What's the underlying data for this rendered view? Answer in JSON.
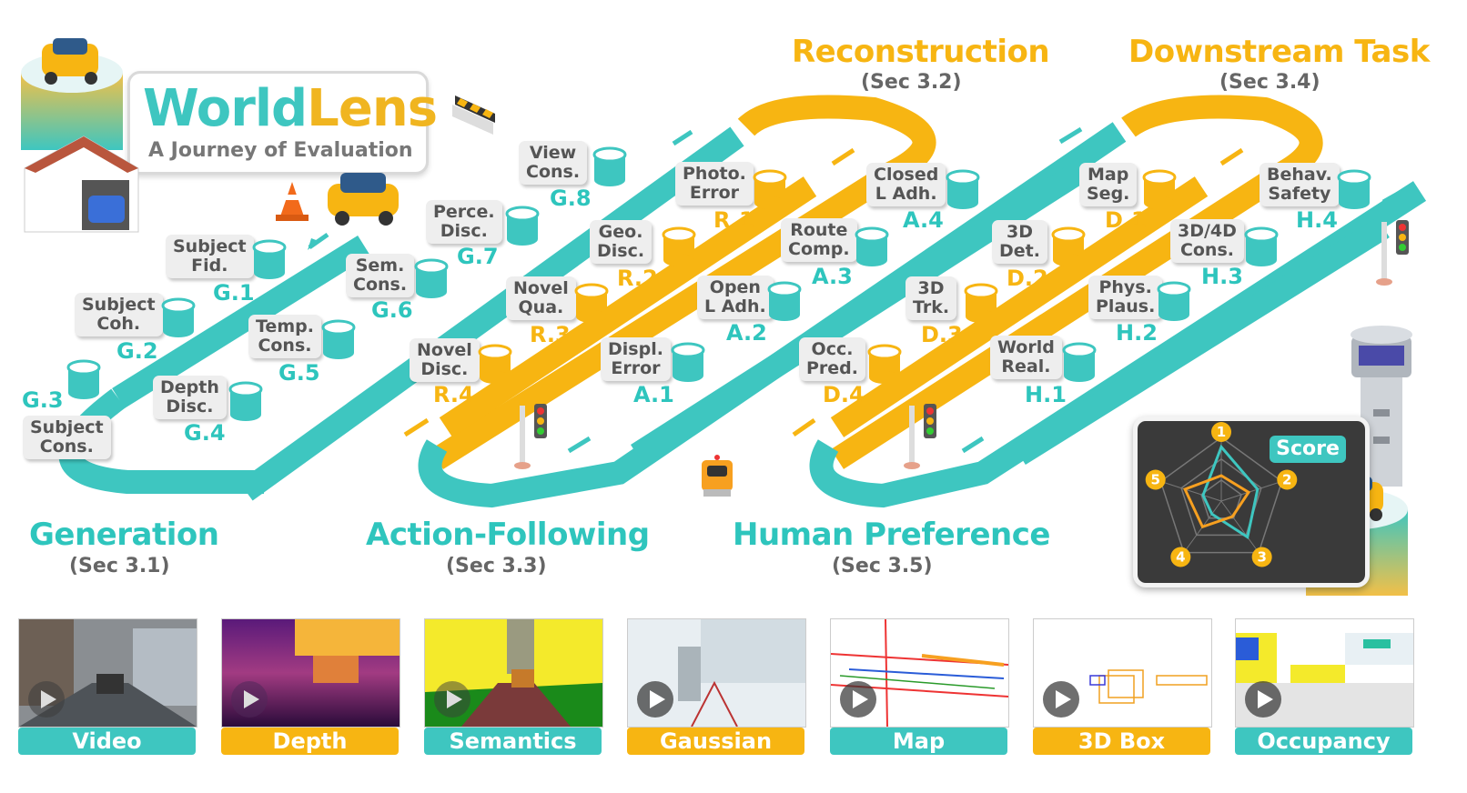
{
  "brand": {
    "title_part1": "World",
    "title_part2": "Lens",
    "subtitle": "A Journey of Evaluation"
  },
  "sections": {
    "generation": {
      "title": "Generation",
      "sub": "(Sec 3.1)"
    },
    "action": {
      "title": "Action-Following",
      "sub": "(Sec 3.3)"
    },
    "human": {
      "title": "Human Preference",
      "sub": "(Sec 3.5)"
    },
    "reconstruction": {
      "title": "Reconstruction",
      "sub": "(Sec 3.2)"
    },
    "downstream": {
      "title": "Downstream Task",
      "sub": "(Sec 3.4)"
    }
  },
  "metrics": {
    "g1": {
      "label1": "Subject",
      "label2": "Fid.",
      "code": "G.1"
    },
    "g2": {
      "label1": "Subject",
      "label2": "Coh.",
      "code": "G.2"
    },
    "g3": {
      "label1": "Subject",
      "label2": "Cons.",
      "code": "G.3"
    },
    "g4": {
      "label1": "Depth",
      "label2": "Disc.",
      "code": "G.4"
    },
    "g5": {
      "label1": "Temp.",
      "label2": "Cons.",
      "code": "G.5"
    },
    "g6": {
      "label1": "Sem.",
      "label2": "Cons.",
      "code": "G.6"
    },
    "g7": {
      "label1": "Perce.",
      "label2": "Disc.",
      "code": "G.7"
    },
    "g8": {
      "label1": "View",
      "label2": "Cons.",
      "code": "G.8"
    },
    "r1": {
      "label1": "Photo.",
      "label2": "Error",
      "code": "R.1"
    },
    "r2": {
      "label1": "Geo.",
      "label2": "Disc.",
      "code": "R.2"
    },
    "r3": {
      "label1": "Novel",
      "label2": "Qua.",
      "code": "R.3"
    },
    "r4": {
      "label1": "Novel",
      "label2": "Disc.",
      "code": "R.4"
    },
    "a1": {
      "label1": "Displ.",
      "label2": "Error",
      "code": "A.1"
    },
    "a2": {
      "label1": "Open",
      "label2": "L Adh.",
      "code": "A.2"
    },
    "a3": {
      "label1": "Route",
      "label2": "Comp.",
      "code": "A.3"
    },
    "a4": {
      "label1": "Closed",
      "label2": "L Adh.",
      "code": "A.4"
    },
    "d1": {
      "label1": "Map",
      "label2": "Seg.",
      "code": "D.1"
    },
    "d2": {
      "label1": "3D",
      "label2": "Det.",
      "code": "D.2"
    },
    "d3": {
      "label1": "3D",
      "label2": "Trk.",
      "code": "D.3"
    },
    "d4": {
      "label1": "Occ.",
      "label2": "Pred.",
      "code": "D.4"
    },
    "h1": {
      "label1": "World",
      "label2": "Real.",
      "code": "H.1"
    },
    "h2": {
      "label1": "Phys.",
      "label2": "Plaus.",
      "code": "H.2"
    },
    "h3": {
      "label1": "3D/4D",
      "label2": "Cons.",
      "code": "H.3"
    },
    "h4": {
      "label1": "Behav.",
      "label2": "Safety",
      "code": "H.4"
    }
  },
  "score_card": {
    "badge": "Score",
    "axes": [
      "1",
      "2",
      "3",
      "4",
      "5"
    ]
  },
  "tiles": [
    {
      "label": "Video"
    },
    {
      "label": "Depth"
    },
    {
      "label": "Semantics"
    },
    {
      "label": "Gaussian"
    },
    {
      "label": "Map"
    },
    {
      "label": "3D Box"
    },
    {
      "label": "Occupancy"
    }
  ],
  "colors": {
    "teal": "#3ec6c0",
    "gold": "#f7b512",
    "dark_card": "#3a3a3a"
  },
  "icons": [
    "car-icon",
    "garage-icon",
    "traffic-cone-icon",
    "roadblock-icon",
    "traffic-light-icon",
    "control-tower-icon",
    "robot-icon",
    "cylinder-icon",
    "arrow-icon",
    "play-icon"
  ]
}
